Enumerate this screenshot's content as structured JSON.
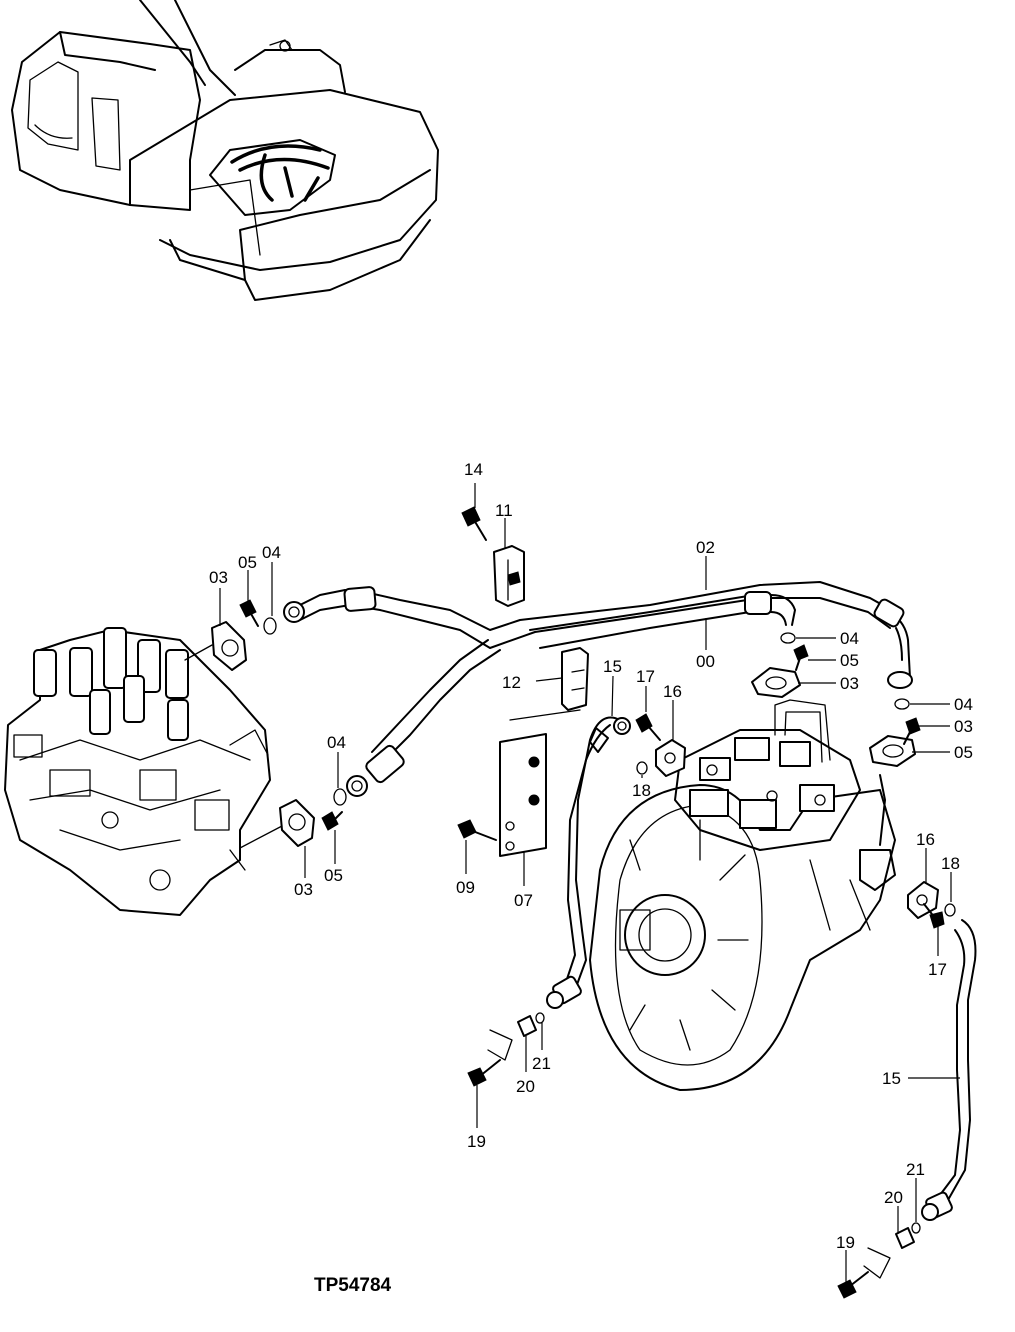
{
  "reference_code": "TP54784",
  "callouts": [
    {
      "id": "c14a",
      "text": "14"
    },
    {
      "id": "c11a",
      "text": "11"
    },
    {
      "id": "c02a",
      "text": "02"
    },
    {
      "id": "c00a",
      "text": "00"
    },
    {
      "id": "c03a",
      "text": "03"
    },
    {
      "id": "c05a",
      "text": "05"
    },
    {
      "id": "c04a",
      "text": "04"
    },
    {
      "id": "c04b",
      "text": "04"
    },
    {
      "id": "c05b",
      "text": "05"
    },
    {
      "id": "c03b",
      "text": "03"
    },
    {
      "id": "c04c",
      "text": "04"
    },
    {
      "id": "c05c",
      "text": "05"
    },
    {
      "id": "c03c",
      "text": "03"
    },
    {
      "id": "c12a",
      "text": "12"
    },
    {
      "id": "c15a",
      "text": "15"
    },
    {
      "id": "c17a",
      "text": "17"
    },
    {
      "id": "c16a",
      "text": "16"
    },
    {
      "id": "c18a",
      "text": "18"
    },
    {
      "id": "c04d",
      "text": "04"
    },
    {
      "id": "c03d",
      "text": "03"
    },
    {
      "id": "c05d",
      "text": "05"
    },
    {
      "id": "c09a",
      "text": "09"
    },
    {
      "id": "c07a",
      "text": "07"
    },
    {
      "id": "c16b",
      "text": "16"
    },
    {
      "id": "c18b",
      "text": "18"
    },
    {
      "id": "c17b",
      "text": "17"
    },
    {
      "id": "c21a",
      "text": "21"
    },
    {
      "id": "c20a",
      "text": "20"
    },
    {
      "id": "c19a",
      "text": "19"
    },
    {
      "id": "c15b",
      "text": "15"
    },
    {
      "id": "c21b",
      "text": "21"
    },
    {
      "id": "c20b",
      "text": "20"
    },
    {
      "id": "c19b",
      "text": "19"
    }
  ]
}
